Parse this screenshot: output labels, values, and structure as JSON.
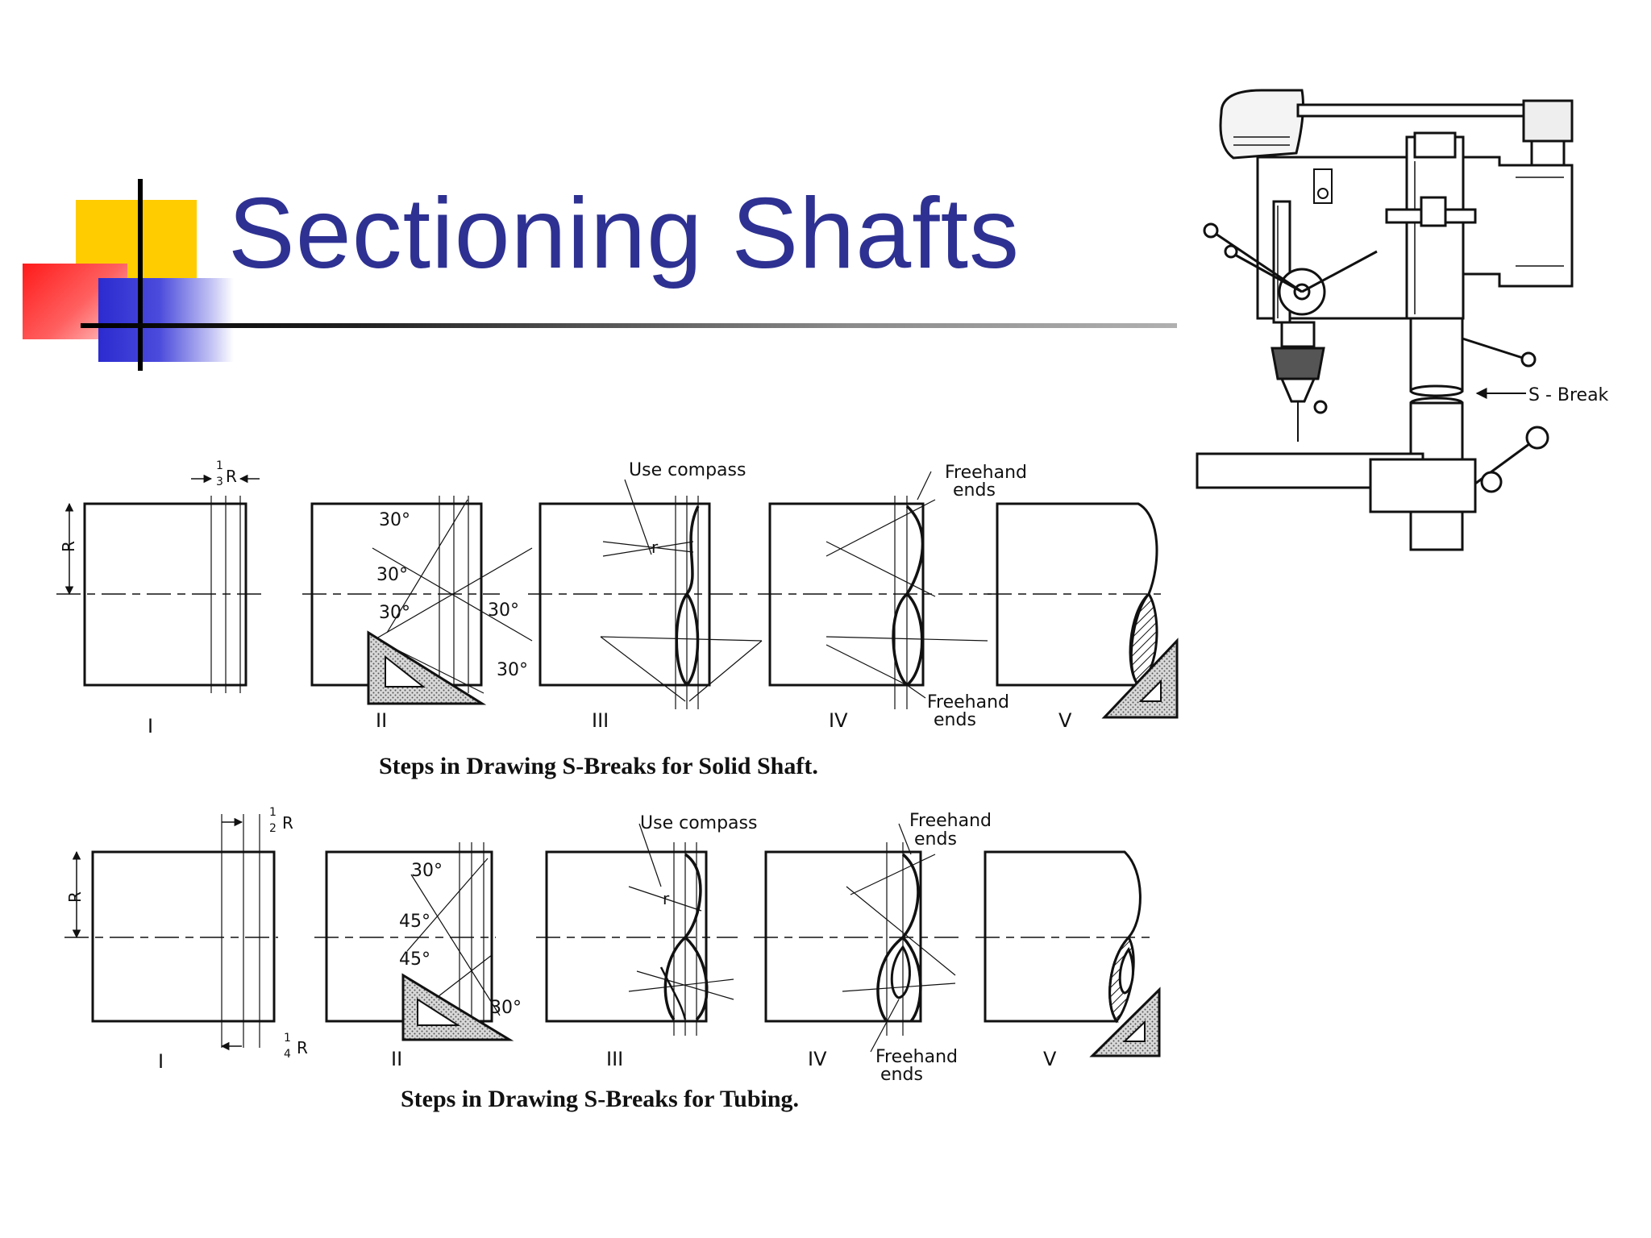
{
  "slide": {
    "title": "Sectioning Shafts"
  },
  "drill_press": {
    "callout": "S - Break"
  },
  "solid_shaft": {
    "caption": "Steps in Drawing S-Breaks for Solid Shaft.",
    "steps": [
      "I",
      "II",
      "III",
      "IV",
      "V"
    ],
    "r_label": "R",
    "third_label": "R",
    "third_frac_num": "1",
    "third_frac_den": "3",
    "angles": [
      "30°",
      "30°",
      "30°",
      "30°",
      "30°"
    ],
    "use_compass": "Use compass",
    "radius_label": "r",
    "freehand_top": [
      "Freehand",
      "ends"
    ],
    "freehand_bottom": [
      "Freehand",
      "ends"
    ]
  },
  "tubing": {
    "caption": "Steps in Drawing S-Breaks for Tubing.",
    "steps": [
      "I",
      "II",
      "III",
      "IV",
      "V"
    ],
    "r_label": "R",
    "half_label": "R",
    "half_num": "1",
    "half_den": "2",
    "quarter_label": "R",
    "quarter_num": "1",
    "quarter_den": "4",
    "angles": [
      "30°",
      "45°",
      "45°",
      "30°"
    ],
    "use_compass": "Use compass",
    "radius_label": "r",
    "freehand_top": [
      "Freehand",
      "ends"
    ],
    "freehand_bottom": [
      "Freehand",
      "ends"
    ]
  }
}
